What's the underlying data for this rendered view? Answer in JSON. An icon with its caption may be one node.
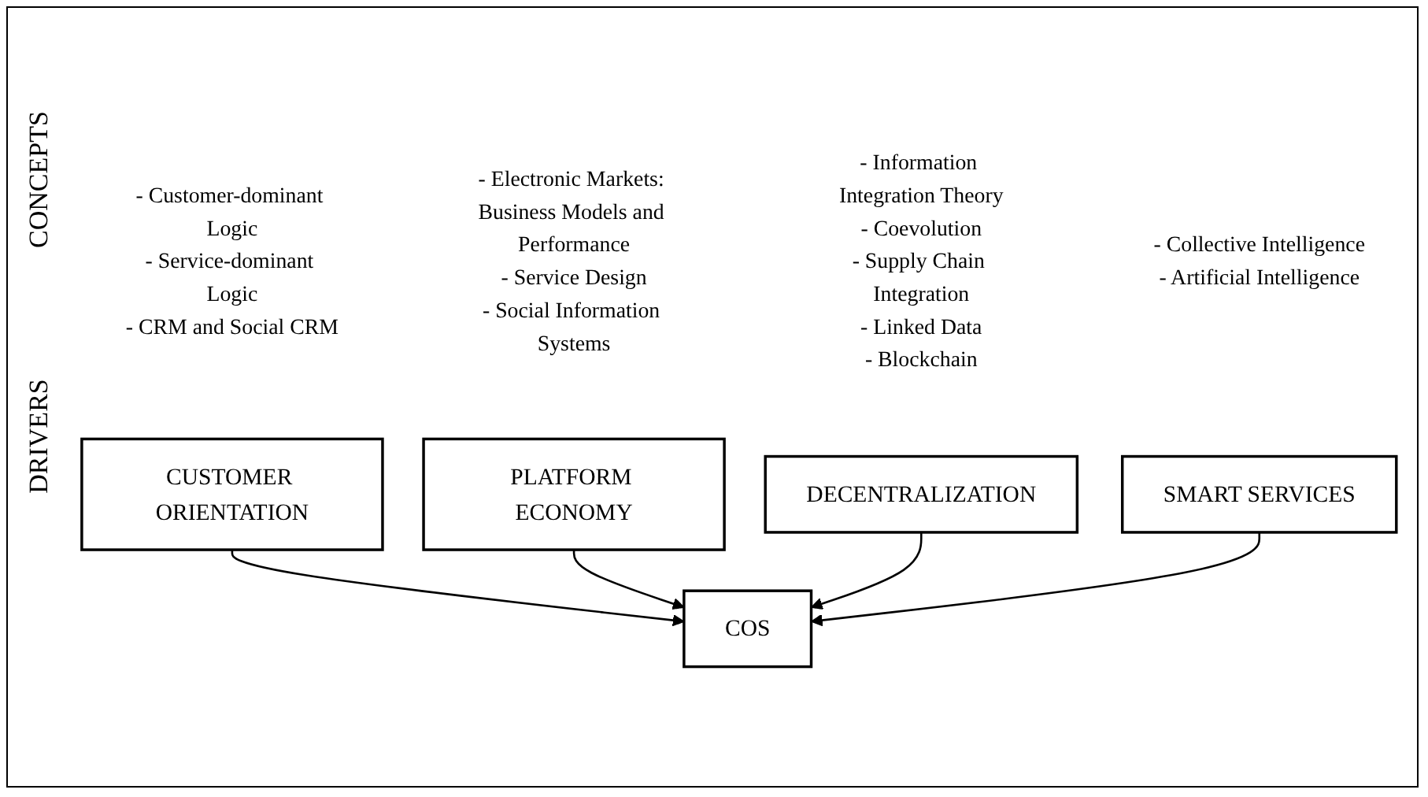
{
  "diagram": {
    "nodes": [
      {
        "text": [
          "CUSTOMER ORIENTATION"
        ],
        "beside": [
          "- Customer-dominant Logic",
          "- Service-dominant Logic",
          "- CRM and Social CRM"
        ]
      },
      {
        "text": [
          "PLATFORM ECONOMY"
        ],
        "beside": [
          "- Electronic Markets: Business Models and Performance",
          "- Service Design",
          "- Social Information Systems"
        ]
      },
      {
        "text": [
          "DECENTRALIZATION"
        ],
        "beside": [
          "- Information Integration Theory",
          "- Coevolution",
          "- Supply Chain Integration",
          "- Linked Data",
          "- Blockchain"
        ]
      },
      {
        "text": [
          "SMART SERVICES"
        ],
        "beside": [
          "- Collective Intelligence",
          "- Artificial Intelligence"
        ]
      },
      {
        "text": [
          "COS"
        ]
      }
    ],
    "edges": [
      {
        "from": 0,
        "to": 4,
        "arrow": "to"
      },
      {
        "from": 1,
        "to": 4,
        "arrow": "to"
      },
      {
        "from": 2,
        "to": 4,
        "arrow": "to"
      },
      {
        "from": 3,
        "to": 4,
        "arrow": "to"
      }
    ],
    "labels": [
      "CONCEPTS",
      "DRIVERS"
    ]
  }
}
